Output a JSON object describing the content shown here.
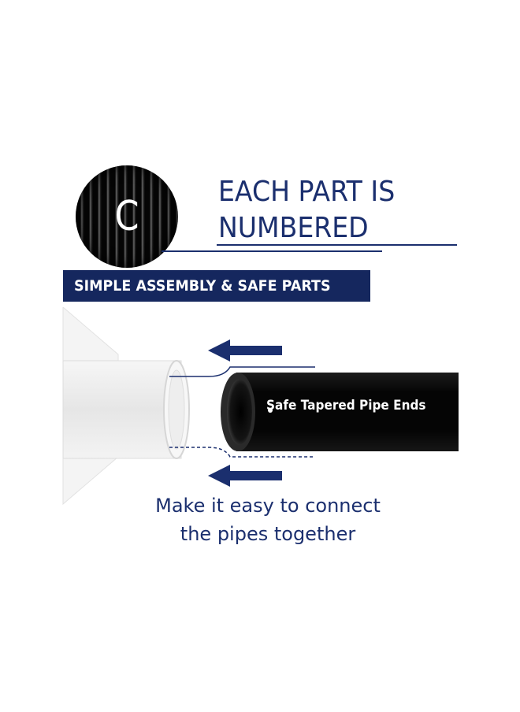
{
  "badge": {
    "letter": "C"
  },
  "headline": {
    "line1": "EACH PART IS",
    "line2": "NUMBERED"
  },
  "banner": {
    "text": "SIMPLE ASSEMBLY & SAFE PARTS"
  },
  "diagram": {
    "pipe_label": "Safe Tapered Pipe Ends"
  },
  "caption": {
    "line1": "Make it easy to connect",
    "line2": "the pipes together"
  },
  "colors": {
    "navy": "#1b2f6e",
    "banner": "#15275e",
    "pipe": "#0a0a0a",
    "fitting": "#eeeeee"
  }
}
